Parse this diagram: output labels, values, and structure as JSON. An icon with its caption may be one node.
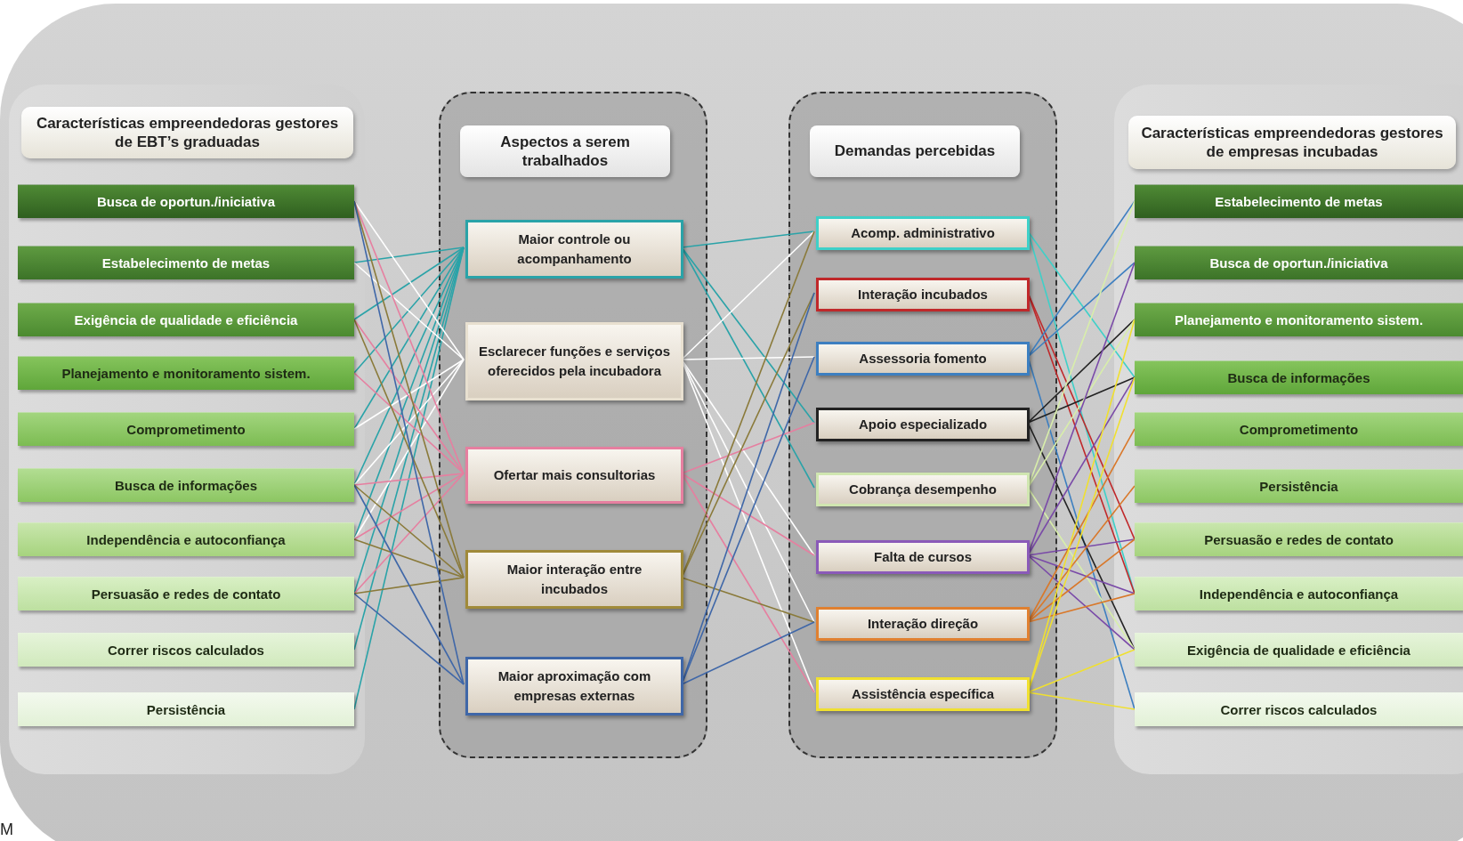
{
  "diagram": {
    "nodes": [
      {
        "text": [
          "Características empreendedoras gestores de EBT’s graduadas"
        ]
      },
      {
        "text": [
          "Busca de oportun./iniciativa"
        ]
      },
      {
        "text": [
          "Estabelecimento de metas"
        ]
      },
      {
        "text": [
          "Exigência de qualidade e eficiência"
        ]
      },
      {
        "text": [
          "Planejamento e monitoramento sistem."
        ]
      },
      {
        "text": [
          "Comprometimento"
        ]
      },
      {
        "text": [
          "Busca de informações"
        ]
      },
      {
        "text": [
          "Independência e autoconfiança"
        ]
      },
      {
        "text": [
          "Persuasão e redes de contato"
        ]
      },
      {
        "text": [
          "Correr riscos calculados"
        ]
      },
      {
        "text": [
          "Persistência"
        ]
      },
      {
        "text": [
          "Aspectos a serem trabalhados"
        ]
      },
      {
        "text": [
          "Maior controle ou acompanhamento"
        ],
        "in": 11
      },
      {
        "text": [
          "Esclarecer funções e serviços oferecidos pela incubadora"
        ],
        "in": 11
      },
      {
        "text": [
          "Ofertar mais consultorias"
        ],
        "in": 11
      },
      {
        "text": [
          "Maior interação entre incubados"
        ],
        "in": 11
      },
      {
        "text": [
          "Maior aproximação com empresas externas"
        ],
        "in": 11
      },
      {
        "text": [
          "Demandas percebidas"
        ]
      },
      {
        "text": [
          "Acomp. administrativo"
        ],
        "in": 17
      },
      {
        "text": [
          "Interação incubados"
        ],
        "in": 17
      },
      {
        "text": [
          "Assessoria fomento"
        ],
        "in": 17
      },
      {
        "text": [
          "Apoio especializado"
        ],
        "in": 17
      },
      {
        "text": [
          "Cobrança desempenho"
        ],
        "in": 17
      },
      {
        "text": [
          "Falta de cursos"
        ],
        "in": 17
      },
      {
        "text": [
          "Interação direção"
        ],
        "in": 17
      },
      {
        "text": [
          "Assistência específica"
        ],
        "in": 17
      },
      {
        "text": [
          "Características empreendedoras gestores de empresas incubadas"
        ]
      },
      {
        "text": [
          "Estabelecimento de metas"
        ]
      },
      {
        "text": [
          "Busca de oportun./iniciativa"
        ]
      },
      {
        "text": [
          "Planejamento e monitoramento sistem."
        ]
      },
      {
        "text": [
          "Busca de informações"
        ]
      },
      {
        "text": [
          "Comprometimento"
        ]
      },
      {
        "text": [
          "Persistência"
        ]
      },
      {
        "text": [
          "Persuasão e redes de contato"
        ]
      },
      {
        "text": [
          "Independência e autoconfiança"
        ]
      },
      {
        "text": [
          "Exigência de qualidade e eficiência"
        ]
      },
      {
        "text": [
          "Correr riscos calculados"
        ]
      }
    ],
    "edges": [
      {
        "from": 2,
        "to": 12,
        "arrow": "none",
        "color": "#2aa3a8"
      },
      {
        "from": 3,
        "to": 12,
        "arrow": "none",
        "color": "#2aa3a8"
      },
      {
        "from": 4,
        "to": 12,
        "arrow": "none",
        "color": "#2aa3a8"
      },
      {
        "from": 5,
        "to": 12,
        "arrow": "none",
        "color": "#2aa3a8"
      },
      {
        "from": 6,
        "to": 12,
        "arrow": "none",
        "color": "#2aa3a8"
      },
      {
        "from": 7,
        "to": 12,
        "arrow": "none",
        "color": "#2aa3a8"
      },
      {
        "from": 8,
        "to": 12,
        "arrow": "none",
        "color": "#2aa3a8"
      },
      {
        "from": 9,
        "to": 12,
        "arrow": "none",
        "color": "#2aa3a8"
      },
      {
        "from": 10,
        "to": 12,
        "arrow": "none",
        "color": "#2aa3a8"
      },
      {
        "from": 1,
        "to": 13,
        "arrow": "none",
        "color": "#ffffff"
      },
      {
        "from": 2,
        "to": 13,
        "arrow": "none",
        "color": "#ffffff"
      },
      {
        "from": 5,
        "to": 13,
        "arrow": "none",
        "color": "#ffffff"
      },
      {
        "from": 6,
        "to": 13,
        "arrow": "none",
        "color": "#ffffff"
      },
      {
        "from": 7,
        "to": 13,
        "arrow": "none",
        "color": "#ffffff"
      },
      {
        "from": 1,
        "to": 14,
        "arrow": "none",
        "color": "#e67fa0"
      },
      {
        "from": 3,
        "to": 14,
        "arrow": "none",
        "color": "#e67fa0"
      },
      {
        "from": 4,
        "to": 14,
        "arrow": "none",
        "color": "#e67fa0"
      },
      {
        "from": 6,
        "to": 14,
        "arrow": "none",
        "color": "#e67fa0"
      },
      {
        "from": 7,
        "to": 14,
        "arrow": "none",
        "color": "#e67fa0"
      },
      {
        "from": 8,
        "to": 14,
        "arrow": "none",
        "color": "#e67fa0"
      },
      {
        "from": 1,
        "to": 15,
        "arrow": "none",
        "color": "#8a7a3a"
      },
      {
        "from": 3,
        "to": 15,
        "arrow": "none",
        "color": "#8a7a3a"
      },
      {
        "from": 6,
        "to": 15,
        "arrow": "none",
        "color": "#8a7a3a"
      },
      {
        "from": 7,
        "to": 15,
        "arrow": "none",
        "color": "#8a7a3a"
      },
      {
        "from": 8,
        "to": 15,
        "arrow": "none",
        "color": "#8a7a3a"
      },
      {
        "from": 1,
        "to": 16,
        "arrow": "none",
        "color": "#3f67a8"
      },
      {
        "from": 6,
        "to": 16,
        "arrow": "none",
        "color": "#3f67a8"
      },
      {
        "from": 8,
        "to": 16,
        "arrow": "none",
        "color": "#3f67a8"
      },
      {
        "from": 12,
        "to": 18,
        "arrow": "none",
        "color": "#2aa3a8"
      },
      {
        "from": 12,
        "to": 21,
        "arrow": "none",
        "color": "#2aa3a8"
      },
      {
        "from": 12,
        "to": 22,
        "arrow": "none",
        "color": "#2aa3a8"
      },
      {
        "from": 13,
        "to": 18,
        "arrow": "none",
        "color": "#ffffff"
      },
      {
        "from": 13,
        "to": 20,
        "arrow": "none",
        "color": "#ffffff"
      },
      {
        "from": 13,
        "to": 23,
        "arrow": "none",
        "color": "#ffffff"
      },
      {
        "from": 13,
        "to": 24,
        "arrow": "none",
        "color": "#ffffff"
      },
      {
        "from": 13,
        "to": 25,
        "arrow": "none",
        "color": "#ffffff"
      },
      {
        "from": 14,
        "to": 21,
        "arrow": "none",
        "color": "#e67fa0"
      },
      {
        "from": 14,
        "to": 23,
        "arrow": "none",
        "color": "#e67fa0"
      },
      {
        "from": 14,
        "to": 25,
        "arrow": "none",
        "color": "#e67fa0"
      },
      {
        "from": 15,
        "to": 18,
        "arrow": "none",
        "color": "#8a7a3a"
      },
      {
        "from": 15,
        "to": 19,
        "arrow": "none",
        "color": "#8a7a3a"
      },
      {
        "from": 15,
        "to": 24,
        "arrow": "none",
        "color": "#8a7a3a"
      },
      {
        "from": 16,
        "to": 19,
        "arrow": "none",
        "color": "#3f67a8"
      },
      {
        "from": 16,
        "to": 20,
        "arrow": "none",
        "color": "#3f67a8"
      },
      {
        "from": 16,
        "to": 24,
        "arrow": "none",
        "color": "#3f67a8"
      },
      {
        "from": 18,
        "to": 30,
        "arrow": "none",
        "color": "#3fd0c8"
      },
      {
        "from": 18,
        "to": 34,
        "arrow": "none",
        "color": "#3fd0c8"
      },
      {
        "from": 19,
        "to": 33,
        "arrow": "none",
        "color": "#c0282a"
      },
      {
        "from": 19,
        "to": 34,
        "arrow": "none",
        "color": "#c0282a"
      },
      {
        "from": 20,
        "to": 27,
        "arrow": "none",
        "color": "#3d7fc0"
      },
      {
        "from": 20,
        "to": 28,
        "arrow": "none",
        "color": "#3d7fc0"
      },
      {
        "from": 20,
        "to": 36,
        "arrow": "none",
        "color": "#3d7fc0"
      },
      {
        "from": 21,
        "to": 29,
        "arrow": "none",
        "color": "#222222"
      },
      {
        "from": 21,
        "to": 30,
        "arrow": "none",
        "color": "#222222"
      },
      {
        "from": 21,
        "to": 35,
        "arrow": "none",
        "color": "#222222"
      },
      {
        "from": 22,
        "to": 27,
        "arrow": "none",
        "color": "#d8eeaa"
      },
      {
        "from": 22,
        "to": 29,
        "arrow": "none",
        "color": "#d8eeaa"
      },
      {
        "from": 22,
        "to": 35,
        "arrow": "none",
        "color": "#d8eeaa"
      },
      {
        "from": 23,
        "to": 28,
        "arrow": "none",
        "color": "#7a4aa8"
      },
      {
        "from": 23,
        "to": 30,
        "arrow": "none",
        "color": "#7a4aa8"
      },
      {
        "from": 23,
        "to": 33,
        "arrow": "none",
        "color": "#7a4aa8"
      },
      {
        "from": 23,
        "to": 34,
        "arrow": "none",
        "color": "#7a4aa8"
      },
      {
        "from": 23,
        "to": 35,
        "arrow": "none",
        "color": "#7a4aa8"
      },
      {
        "from": 24,
        "to": 31,
        "arrow": "none",
        "color": "#d9782a"
      },
      {
        "from": 24,
        "to": 32,
        "arrow": "none",
        "color": "#d9782a"
      },
      {
        "from": 24,
        "to": 33,
        "arrow": "none",
        "color": "#d9782a"
      },
      {
        "from": 24,
        "to": 34,
        "arrow": "none",
        "color": "#d9782a"
      },
      {
        "from": 25,
        "to": 29,
        "arrow": "none",
        "color": "#f0e030"
      },
      {
        "from": 25,
        "to": 30,
        "arrow": "none",
        "color": "#f0e030"
      },
      {
        "from": 25,
        "to": 35,
        "arrow": "none",
        "color": "#f0e030"
      },
      {
        "from": 25,
        "to": 36,
        "arrow": "none",
        "color": "#f0e030"
      }
    ],
    "labels": [
      "M"
    ]
  }
}
